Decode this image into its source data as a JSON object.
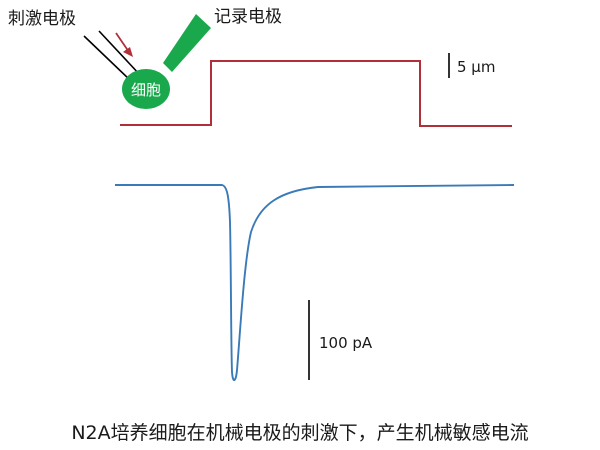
{
  "labels": {
    "stimulus_electrode": "刺激电极",
    "recording_electrode": "记录电极",
    "cell": "细胞",
    "displacement_scale": "5 μm",
    "current_scale": "100 pA",
    "caption": "N2A培养细胞在机械电极的刺激下，产生机械敏感电流"
  },
  "colors": {
    "cell_fill": "#1aa84c",
    "electrode_fill": "#1aa84c",
    "stimulus_trace": "#b0303a",
    "current_trace": "#3a7ab8",
    "arrow": "#b0303a",
    "lines": "#000000"
  }
}
